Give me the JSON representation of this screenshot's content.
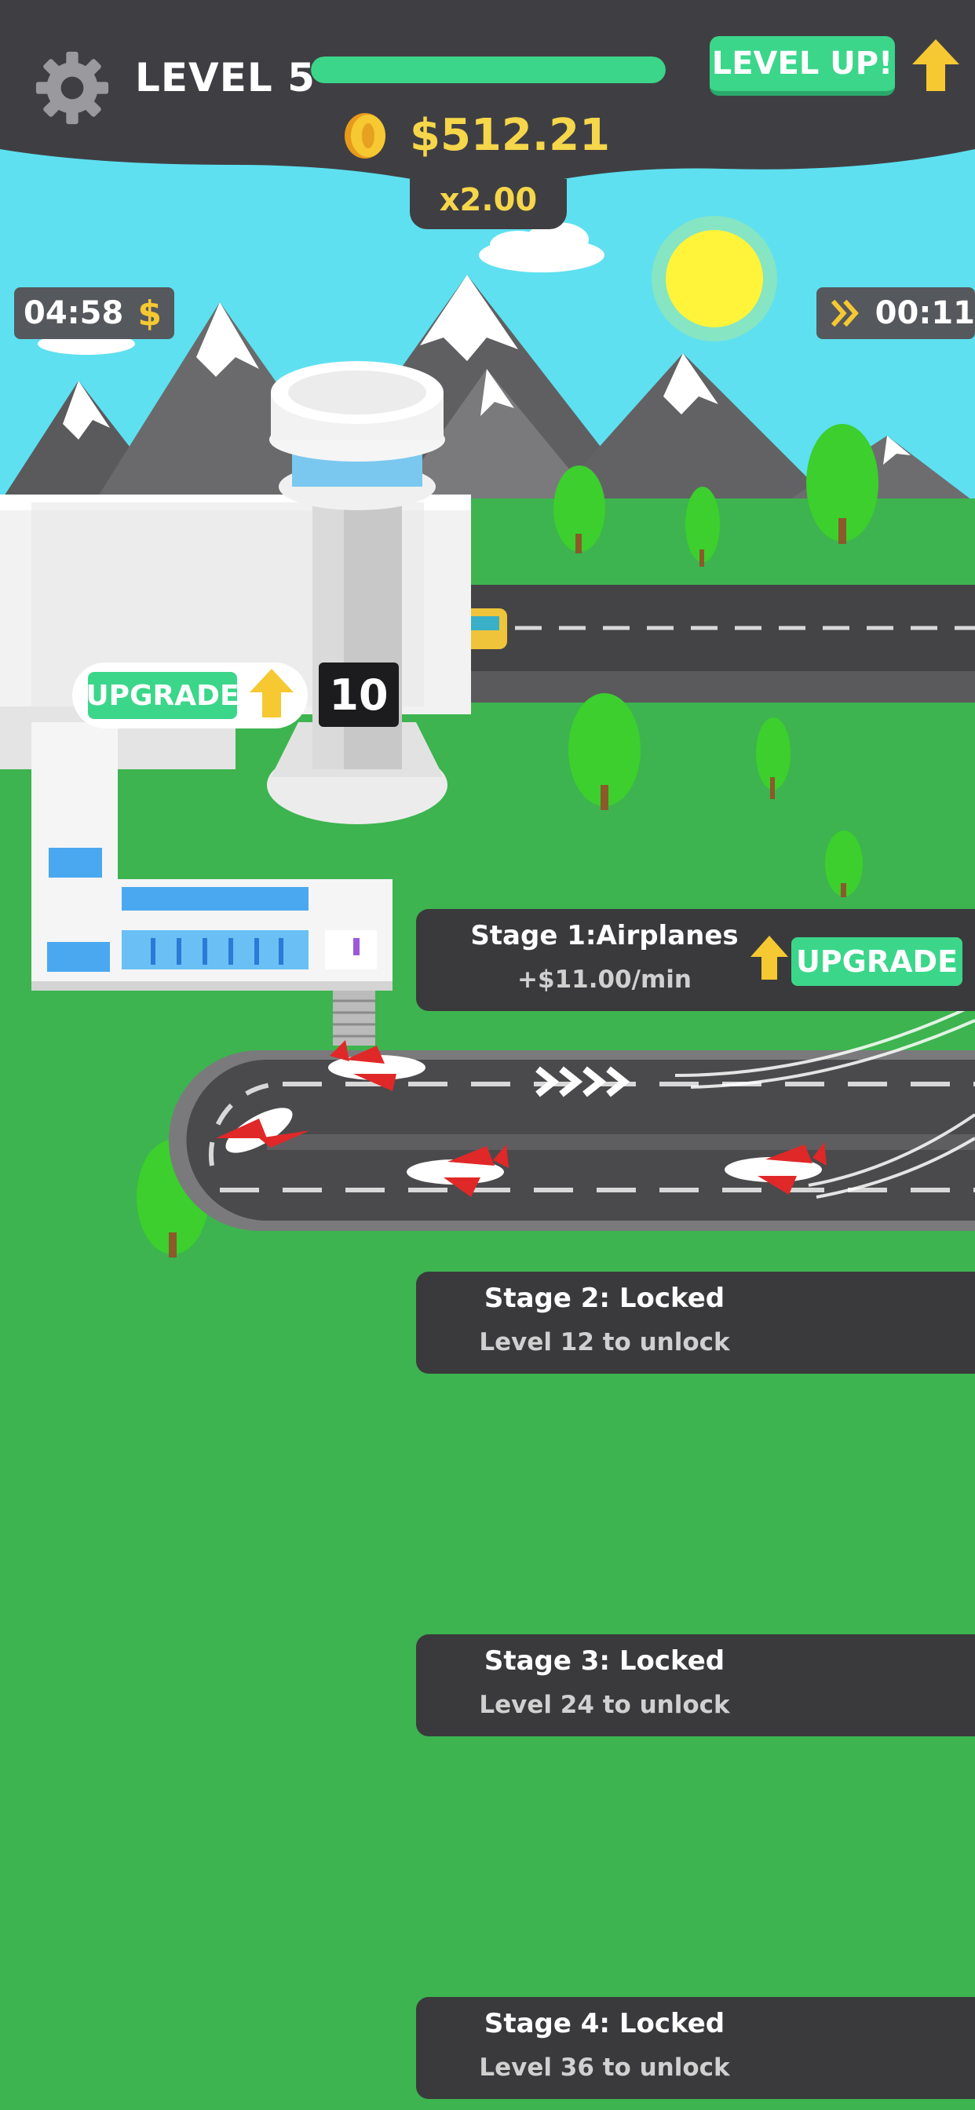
{
  "header": {
    "level_label": "LEVEL 5",
    "level_progress": 1.0,
    "level_up_label": "LEVEL UP!",
    "money": "$512.21",
    "multiplier": "x2.00"
  },
  "timers": {
    "left_time": "04:58",
    "left_symbol": "$",
    "right_time": "00:11"
  },
  "tower": {
    "upgrade_label": "UPGRADE",
    "level": "10"
  },
  "stages": [
    {
      "title": "Stage 1:Airplanes",
      "subtitle": "+$11.00/min",
      "upgrade_label": "UPGRADE"
    },
    {
      "title": "Stage 2: Locked",
      "subtitle": "Level 12 to unlock"
    },
    {
      "title": "Stage 3: Locked",
      "subtitle": "Level 24 to unlock"
    },
    {
      "title": "Stage 4: Locked",
      "subtitle": "Level 36 to unlock"
    }
  ],
  "colors": {
    "grass": "#3db44f",
    "sky": "#5ee0f0",
    "panel": "#3a3a3d",
    "accent_green": "#3bd68a",
    "gold": "#f6d64a",
    "arrow_yellow": "#f6c832"
  },
  "icons": [
    "gear-icon",
    "arrow-up-icon",
    "coin-icon",
    "dollar-icon",
    "fast-forward-icon"
  ]
}
